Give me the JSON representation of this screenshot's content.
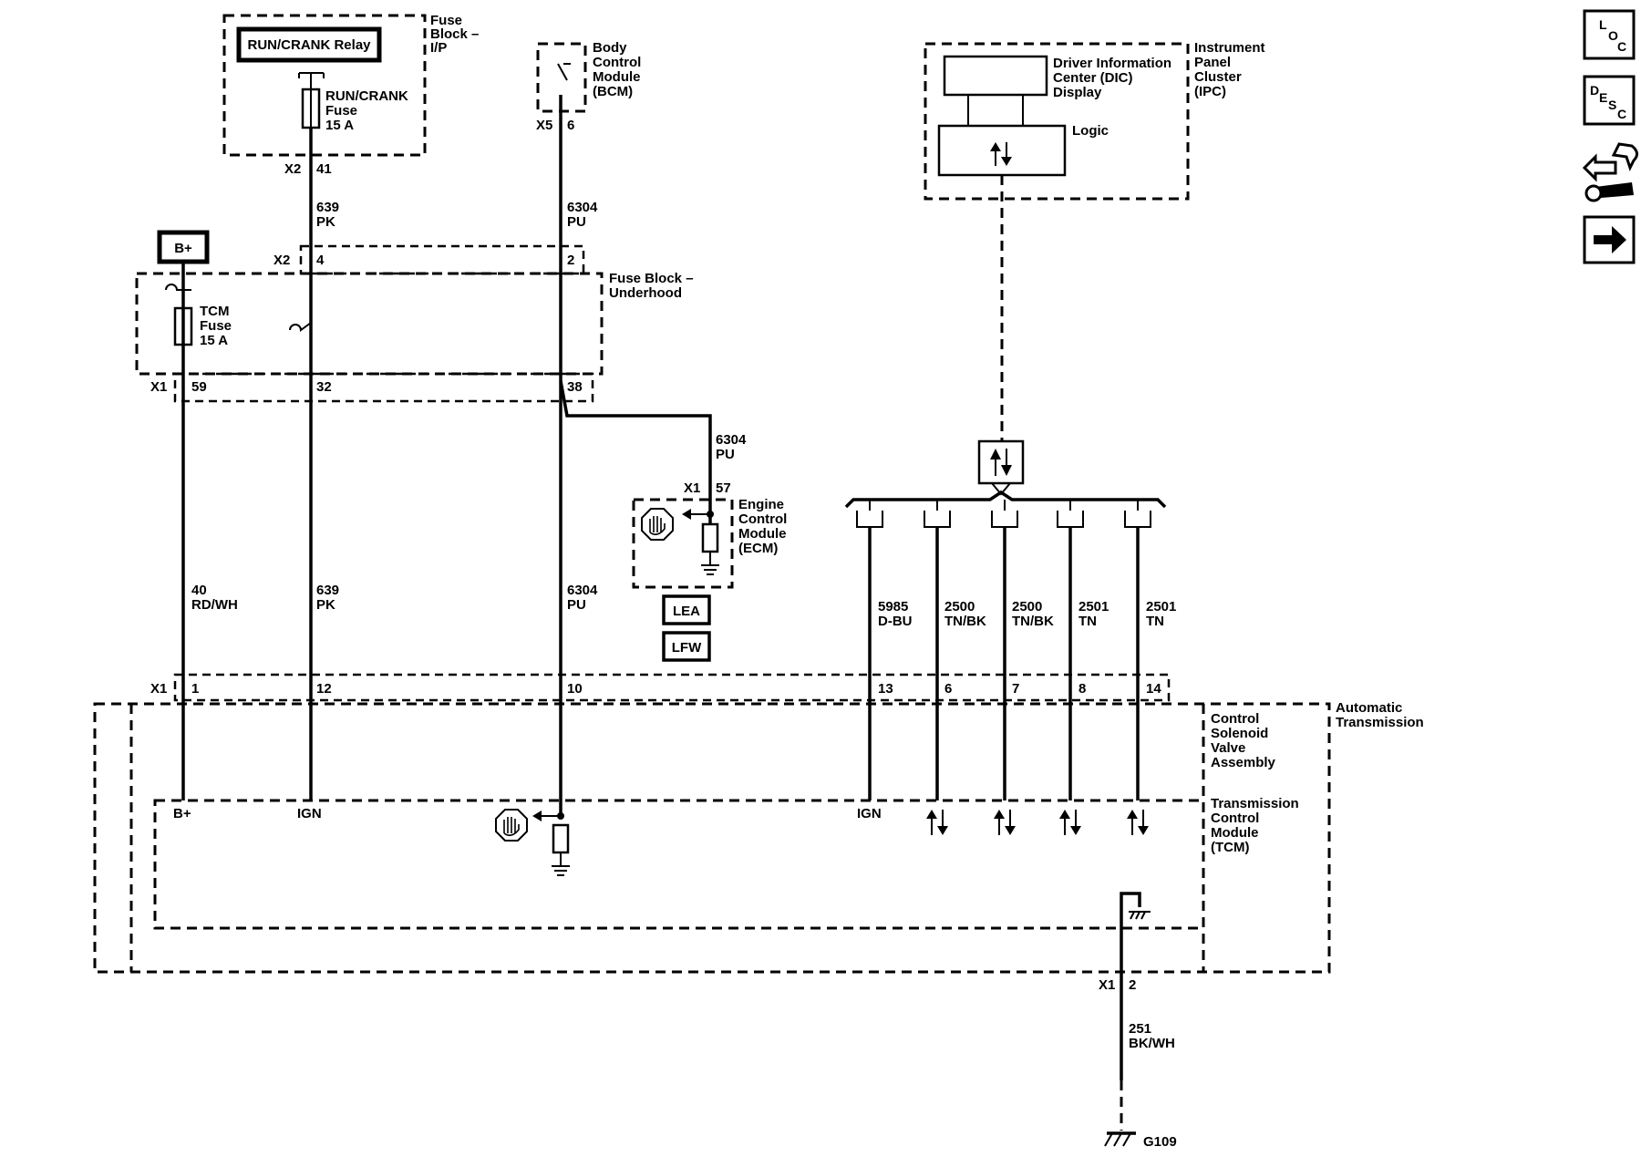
{
  "components": {
    "fuse_block_ip": "Fuse Block – I/P",
    "run_crank_relay": "RUN/CRANK Relay",
    "run_crank_fuse": "RUN/CRANK Fuse 15 A",
    "bcm": "Body Control Module (BCM)",
    "ipc": "Instrument Panel Cluster (IPC)",
    "dic_display": "Driver Information Center (DIC) Display",
    "logic": "Logic",
    "b_plus": "B+",
    "fuse_block_underhood": "Fuse Block – Underhood",
    "tcm_fuse": "TCM Fuse 15 A",
    "ecm": "Engine Control Module (ECM)",
    "lea": "LEA",
    "lfw": "LFW",
    "automatic_transmission": "Automatic Transmission",
    "control_solenoid_valve_assembly": "Control Solenoid Valve Assembly",
    "tcm": "Transmission Control Module (TCM)",
    "ground": "G109"
  },
  "connectors": {
    "x2": "X2",
    "x5": "X5",
    "x1": "X1",
    "p41": "41",
    "p6_bcm": "6",
    "p4": "4",
    "p2": "2",
    "p59": "59",
    "p32": "32",
    "p38": "38",
    "p57": "57",
    "p1": "1",
    "p12": "12",
    "p10": "10",
    "p13": "13",
    "p6": "6",
    "p7": "7",
    "p8": "8",
    "p14": "14",
    "p2_gnd": "2"
  },
  "wires": {
    "w639_top": {
      "circuit": "639",
      "color": "PK"
    },
    "w6304_top": {
      "circuit": "6304",
      "color": "PU"
    },
    "w6304_ecm": {
      "circuit": "6304",
      "color": "PU"
    },
    "w40": {
      "circuit": "40",
      "color": "RD/WH"
    },
    "w639": {
      "circuit": "639",
      "color": "PK"
    },
    "w6304": {
      "circuit": "6304",
      "color": "PU"
    },
    "w5985": {
      "circuit": "5985",
      "color": "D-BU"
    },
    "w2500a": {
      "circuit": "2500",
      "color": "TN/BK"
    },
    "w2500b": {
      "circuit": "2500",
      "color": "TN/BK"
    },
    "w2501a": {
      "circuit": "2501",
      "color": "TN"
    },
    "w2501b": {
      "circuit": "2501",
      "color": "TN"
    },
    "w251": {
      "circuit": "251",
      "color": "BK/WH"
    }
  },
  "terminals": {
    "b_plus": "B+",
    "ign_1": "IGN",
    "ign_2": "IGN"
  },
  "icons": {
    "loc": {
      "l": "L",
      "o": "O",
      "c": "C"
    },
    "desc": {
      "d": "D",
      "e": "E",
      "s": "S",
      "c": "C"
    },
    "icon_names": [
      "loc-icon",
      "desc-icon",
      "schematic-tools-icon",
      "next-arrow-icon"
    ]
  }
}
